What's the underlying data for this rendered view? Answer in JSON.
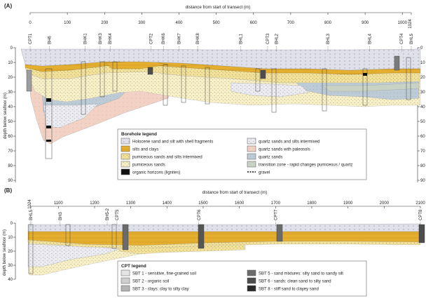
{
  "panel_a": {
    "label": "(A)",
    "x_axis_title": "distance from start of transect (m)",
    "x_ticks": [
      {
        "value": 0,
        "label": "0"
      },
      {
        "value": 100,
        "label": "100"
      },
      {
        "value": 200,
        "label": "200"
      },
      {
        "value": 300,
        "label": "300"
      },
      {
        "value": 400,
        "label": "400"
      },
      {
        "value": 500,
        "label": "500"
      },
      {
        "value": 600,
        "label": "600"
      },
      {
        "value": 700,
        "label": "700"
      },
      {
        "value": 800,
        "label": "800"
      },
      {
        "value": 900,
        "label": "900"
      },
      {
        "value": 1000,
        "label": "1000"
      },
      {
        "value": 1024,
        "label": "1024"
      }
    ],
    "y_axis_title": "depth below seafloor (m)",
    "y_ticks": [
      0,
      10,
      20,
      30,
      40,
      50,
      60,
      70,
      80,
      90
    ],
    "boreholes": [
      {
        "name": "CPT1",
        "dist": 0
      },
      {
        "name": "BH6",
        "dist": 52
      },
      {
        "name": "BHK1",
        "dist": 148
      },
      {
        "name": "BHK3",
        "dist": 188
      },
      {
        "name": "BHK4",
        "dist": 215
      },
      {
        "name": "CPT2",
        "dist": 325
      },
      {
        "name": "BHK6",
        "dist": 358
      },
      {
        "name": "BHK7",
        "dist": 400
      },
      {
        "name": "BHK8",
        "dist": 450
      },
      {
        "name": "BHL1",
        "dist": 566
      },
      {
        "name": "CPT3",
        "dist": 638
      },
      {
        "name": "BHL2",
        "dist": 662
      },
      {
        "name": "BHL3",
        "dist": 800
      },
      {
        "name": "BHL4",
        "dist": 912
      },
      {
        "name": "CPT4",
        "dist": 998
      },
      {
        "name": "BHL5",
        "dist": 1024
      }
    ],
    "legend": {
      "title": "Borehole legend",
      "items": [
        {
          "label": "Holocene sand and silt with shell fragments",
          "pattern": "holocene"
        },
        {
          "label": "quartz sands and silts intermixed",
          "pattern": "quartzsilt"
        },
        {
          "label": "silts and clays",
          "pattern": "silt"
        },
        {
          "label": "quartz sands with paleosols",
          "pattern": "paleosol"
        },
        {
          "label": "pumiceous sands and silts intermixed",
          "pattern": "pumsilt"
        },
        {
          "label": "quartz sands",
          "pattern": "quartz"
        },
        {
          "label": "pumiceous sands",
          "pattern": "pumice"
        },
        {
          "label": "transition zone - rapid changes pumiceous / quartz",
          "pattern": "transition"
        },
        {
          "label": "organic horizons (lignites)",
          "pattern": "organic"
        },
        {
          "label": "gravel",
          "pattern": "gravel"
        }
      ]
    }
  },
  "panel_b": {
    "label": "(B)",
    "x_axis_title": "distance from start of transect (m)",
    "x_ticks": [
      {
        "value": 1024,
        "label": "1024"
      },
      {
        "value": 1100,
        "label": "1100"
      },
      {
        "value": 1200,
        "label": "1200"
      },
      {
        "value": 1300,
        "label": "1300"
      },
      {
        "value": 1400,
        "label": "1400"
      },
      {
        "value": 1500,
        "label": "1500"
      },
      {
        "value": 1600,
        "label": "1600"
      },
      {
        "value": 1700,
        "label": "1700"
      },
      {
        "value": 1800,
        "label": "1800"
      },
      {
        "value": 1900,
        "label": "1900"
      },
      {
        "value": 2000,
        "label": "2000"
      },
      {
        "value": 2100,
        "label": "2100"
      }
    ],
    "y_axis_title": "depth below seafloor (m)",
    "y_ticks": [
      0,
      10,
      20,
      30,
      40
    ],
    "boreholes": [
      {
        "name": "BHL5",
        "dist": 1024
      },
      {
        "name": "BH3",
        "dist": 1105
      },
      {
        "name": "BH5-2",
        "dist": 1235
      },
      {
        "name": "CPT5",
        "dist": 1262
      },
      {
        "name": "CPT6",
        "dist": 1488
      },
      {
        "name": "CPT7",
        "dist": 1700
      },
      {
        "name": "CPT8",
        "dist": 2100
      }
    ],
    "legend": {
      "title": "CPT legend",
      "items": [
        {
          "label": "SBT 1 - sensitive, fine-grained soil",
          "color": "#e4e4e4"
        },
        {
          "label": "SBT 5 - sand mixtures: silty sand to sandy silt",
          "color": "#6b6b6b"
        },
        {
          "label": "SBT 2 - organic soil",
          "color": "#cfcfcf"
        },
        {
          "label": "SBT 6 - sands: clean sand to silty sand",
          "color": "#4d4d4d"
        },
        {
          "label": "SBT 3 - clays: clay to silty clay",
          "color": "#b4b4b4"
        },
        {
          "label": "SBT 8 - stiff sand to clayey sand",
          "color": "#2a2a2a"
        }
      ]
    }
  },
  "colors": {
    "holocene": "#dfe0ea",
    "silt": "#e4ae2e",
    "pumice_silt": "#f1e19a",
    "pumice": "#f7efc8",
    "quartz_silt": "#ebebf0",
    "paleosol": "#f2d2c4",
    "quartz": "#bccbd5",
    "transition": "#c9d3c5",
    "organic": "#111111"
  }
}
